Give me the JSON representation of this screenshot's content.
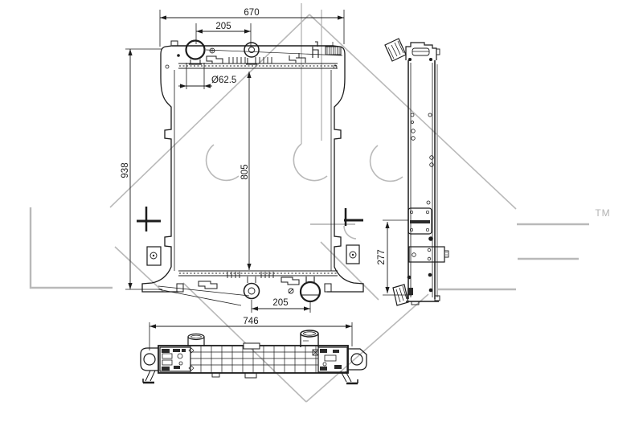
{
  "page": {
    "background_color": "#ffffff",
    "line_color": "#1c1c1c",
    "watermark_color": "#b9b9b9"
  },
  "views": {
    "front": {
      "dims": {
        "overall_width": "670",
        "top_port_spacing": "205",
        "filler_neck_diameter": "Ø62.5",
        "overall_height": "938",
        "core_height": "805",
        "bottom_port_spacing": "205"
      }
    },
    "side": {
      "dims": {
        "mount_bracket_span": "277"
      }
    },
    "bottom": {
      "dims": {
        "overall_length": "746"
      }
    }
  },
  "watermark": {
    "trademark_text": "TM"
  }
}
